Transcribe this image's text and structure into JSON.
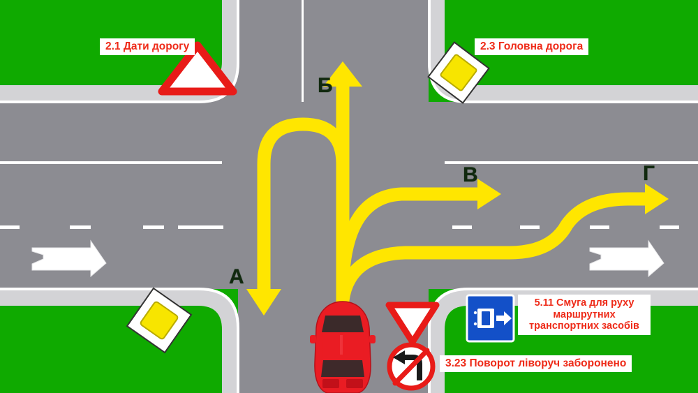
{
  "diagram": {
    "title": "Road intersection traffic sign diagram",
    "colors": {
      "grass": "#0faa00",
      "asphalt": "#8c8c92",
      "curb": "#d3d3d6",
      "marking_white": "#ffffff",
      "arrow_yellow": "#ffe600",
      "label_text": "#ee2a18",
      "label_bg": "#ffffff",
      "letter": "#11290f",
      "sign_red": "#e81b18",
      "sign_yellow": "#f7e500",
      "sign_blue": "#1350c8",
      "car_red": "#ea1c23"
    }
  },
  "labels": [
    {
      "id": "giveway",
      "text": "2.1 Дати дорогу"
    },
    {
      "id": "priority",
      "text": "2.3 Головна дорога"
    },
    {
      "id": "buslane",
      "text": "5.11 Смуга для руху маршрутних транспортних засобів"
    },
    {
      "id": "noleft",
      "text": "3.23 Поворот ліворуч заборонено"
    }
  ],
  "route_letters": [
    {
      "id": "a",
      "text": "А",
      "meaning": "u-turn-route"
    },
    {
      "id": "b",
      "text": "Б",
      "meaning": "straight-ahead-route"
    },
    {
      "id": "v",
      "text": "В",
      "meaning": "right-turn-inner-lane-route"
    },
    {
      "id": "g",
      "text": "Г",
      "meaning": "right-turn-outer-lane-route"
    }
  ],
  "signs": [
    {
      "id": "giveway-top",
      "name": "give-way-sign",
      "shape": "triangle-down",
      "position": "top-left-corner"
    },
    {
      "id": "priority-top",
      "name": "priority-road-sign",
      "shape": "diamond",
      "position": "top-right-corner"
    },
    {
      "id": "priority-bottom",
      "name": "priority-road-sign",
      "shape": "diamond",
      "position": "bottom-left-corner"
    },
    {
      "id": "giveway-bottom",
      "name": "give-way-sign",
      "shape": "triangle-down",
      "position": "bottom-center"
    },
    {
      "id": "no-left-turn",
      "name": "no-left-turn-sign",
      "shape": "circle-slash",
      "position": "bottom-center"
    },
    {
      "id": "bus-lane",
      "name": "bus-lane-sign",
      "shape": "square-blue",
      "position": "bottom-right"
    }
  ],
  "vehicles": [
    {
      "id": "car",
      "name": "red-car",
      "view": "top-down",
      "position": "bottom-approach-lane"
    }
  ],
  "road_markings": [
    {
      "name": "lane-direction-arrow-marking",
      "position": "left-approach"
    },
    {
      "name": "lane-direction-arrow-marking",
      "position": "right-approach"
    },
    {
      "name": "solid-white-line",
      "position": "upper-horizontal"
    },
    {
      "name": "dashed-white-line",
      "position": "middle-horizontal"
    },
    {
      "name": "solid-white-line",
      "position": "vertical-upper"
    }
  ]
}
